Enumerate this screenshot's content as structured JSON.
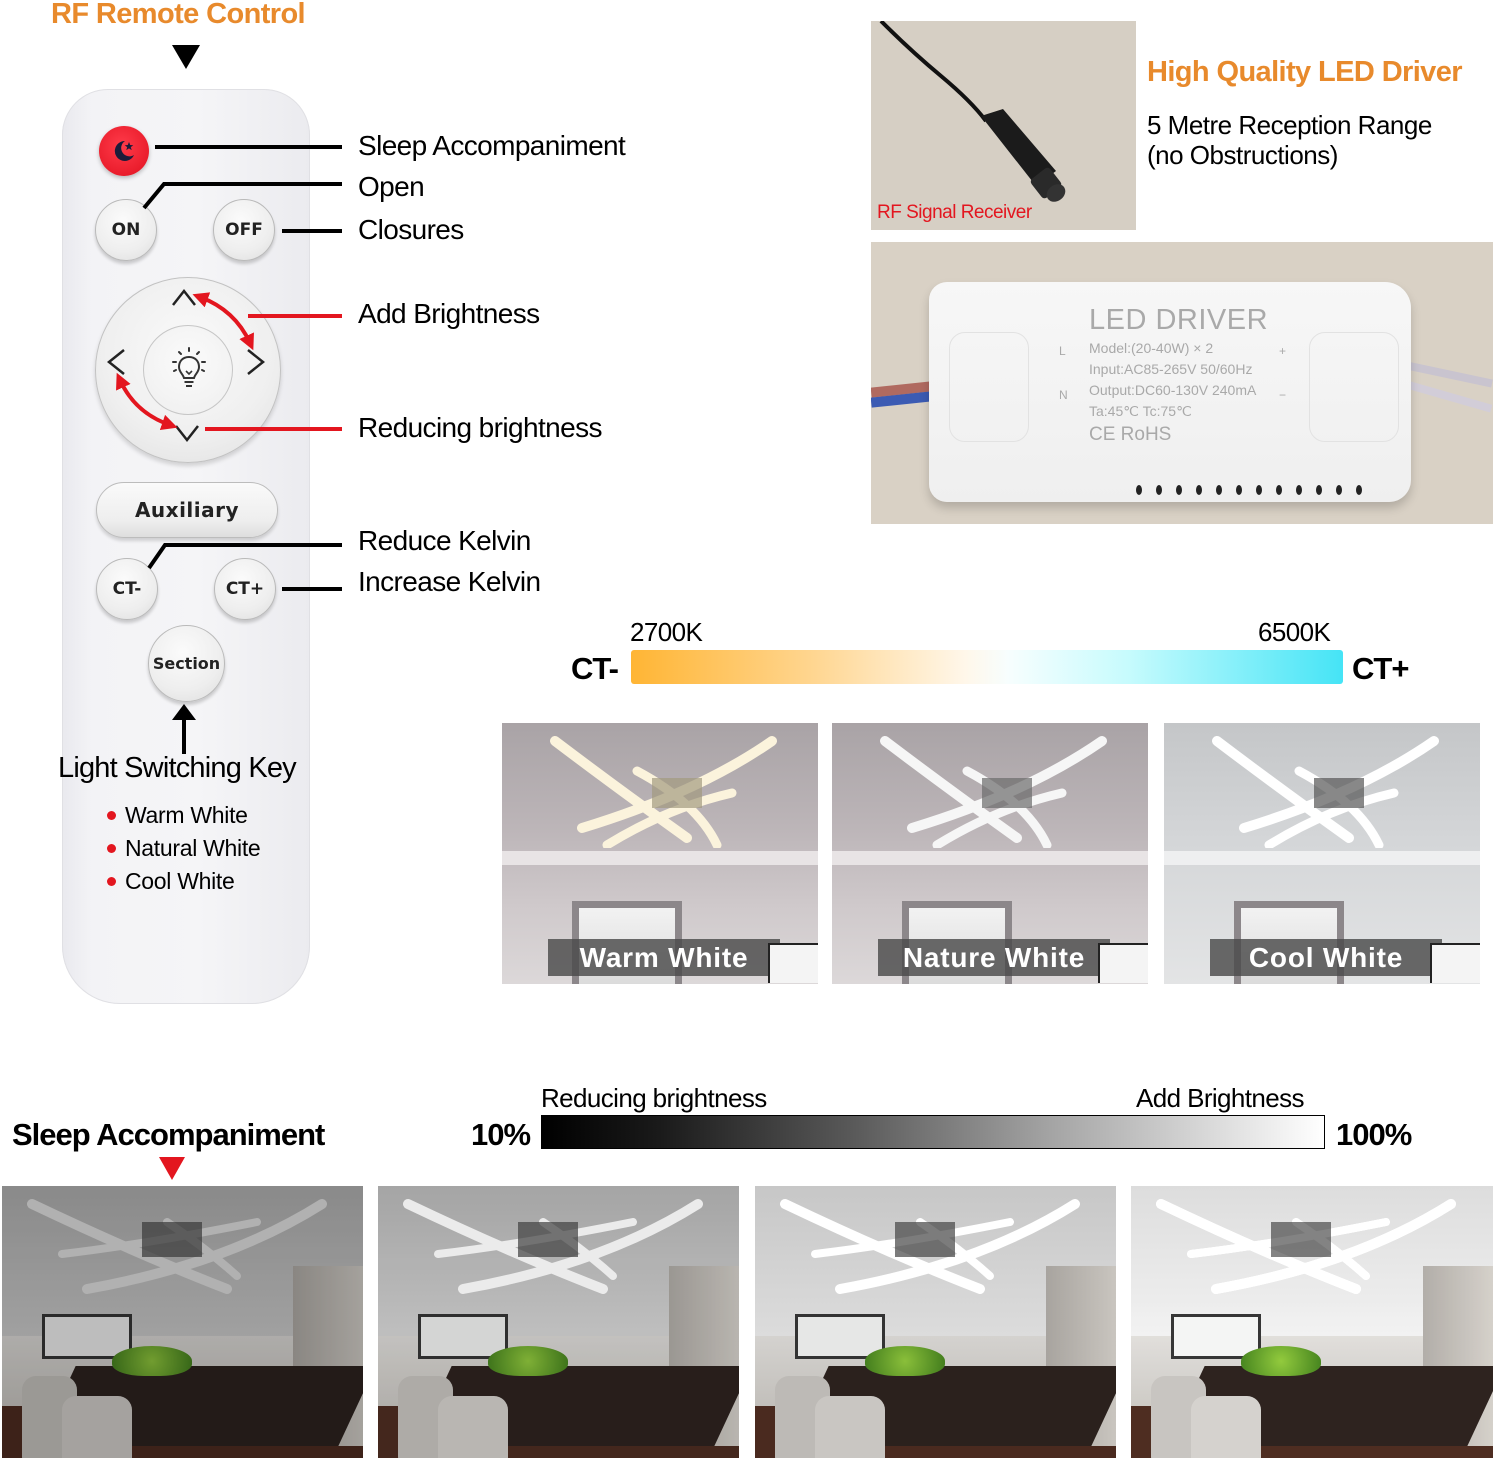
{
  "remote_section": {
    "title": "RF Remote Control",
    "buttons": {
      "sleep_icon": "moon-star-icon",
      "on": "ON",
      "off": "OFF",
      "center_icon": "light-bulb-icon",
      "up": "^",
      "down": "v",
      "left": "<",
      "right": ">",
      "auxiliary": "Auxiliary",
      "ct_minus": "CT-",
      "ct_plus": "CT+",
      "section": "Section"
    },
    "callouts": [
      {
        "label": "Sleep Accompaniment",
        "line_color": "#000000"
      },
      {
        "label": "Open",
        "line_color": "#000000"
      },
      {
        "label": "Closures",
        "line_color": "#000000"
      },
      {
        "label": "Add Brightness",
        "line_color": "#e3161f"
      },
      {
        "label": "Reducing brightness",
        "line_color": "#e3161f"
      },
      {
        "label": "Reduce Kelvin",
        "line_color": "#000000"
      },
      {
        "label": "Increase Kelvin",
        "line_color": "#000000"
      }
    ],
    "light_switching_key": {
      "title": "Light Switching Key",
      "modes": [
        "Warm White",
        "Natural White",
        "Cool White"
      ]
    }
  },
  "receiver": {
    "label": "RF Signal Receiver"
  },
  "driver_feature": {
    "title": "High Quality LED Driver",
    "desc_line1": "5 Metre Reception Range",
    "desc_line2": "(no Obstructions)"
  },
  "led_driver_label": {
    "title": "LED DRIVER",
    "model": "Model:(20-40W) × 2",
    "input": "Input:AC85-265V  50/60Hz",
    "output": "Output:DC60-130V  240mA",
    "temps": "Ta:45℃    Tc:75℃",
    "certs": "CE  RoHS",
    "terminal_left_top": "L",
    "terminal_left_bottom": "N",
    "terminal_right_top": "+",
    "terminal_right_bottom": "−"
  },
  "color_temperature": {
    "left_end": "CT-",
    "right_end": "CT+",
    "min_label": "2700K",
    "max_label": "6500K",
    "gradient": [
      "#ffb534",
      "#fff7ea",
      "#45e4f6"
    ]
  },
  "color_modes": [
    {
      "caption": "Warm White",
      "tint": "#f4e6c8"
    },
    {
      "caption": "Nature White",
      "tint": "#f1f1f1"
    },
    {
      "caption": "Cool White",
      "tint": "#eef3f6"
    }
  ],
  "brightness": {
    "sleep_title": "Sleep Accompaniment",
    "reduce_label": "Reducing brightness",
    "add_label": "Add Brightness",
    "min_pct": "10%",
    "max_pct": "100%",
    "panels": [
      {
        "name": "sleep-mode",
        "level": 0.55
      },
      {
        "name": "medium-low",
        "level": 0.75
      },
      {
        "name": "medium-high",
        "level": 0.9
      },
      {
        "name": "full",
        "level": 1.0
      }
    ]
  },
  "colors": {
    "accent_orange": "#e88a2c",
    "accent_red": "#e3161f"
  }
}
